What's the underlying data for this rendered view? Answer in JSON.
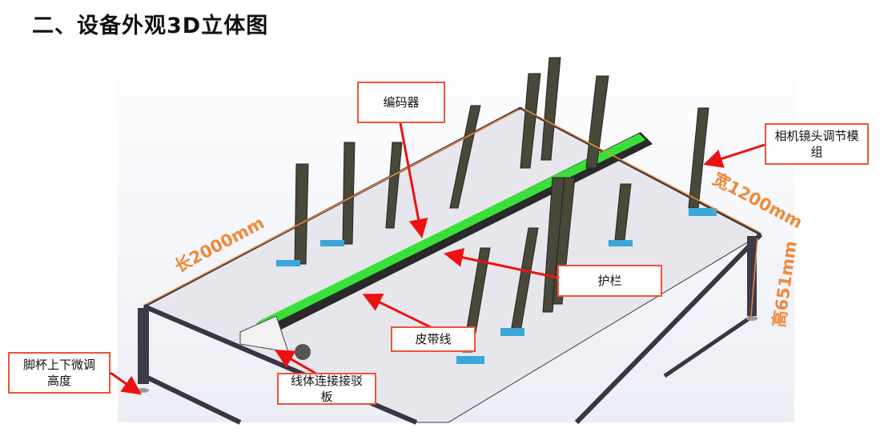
{
  "title": "二、设备外观3D立体图",
  "callouts": {
    "encoder": "编码器",
    "camera_module": "相机镜头调节模组",
    "guardrail": "护栏",
    "belt_line": "皮带线",
    "connect_plate": "线体连接接驳板",
    "foot_cup": "脚杯上下微调高度"
  },
  "dimensions": {
    "length": "长2000mm",
    "width": "宽1200mm",
    "height": "高651mm"
  },
  "colors": {
    "callout_border": "#f0533a",
    "arrow": "#ee1111",
    "dimension": "#ee8a3a",
    "belt": "#33dd33"
  }
}
